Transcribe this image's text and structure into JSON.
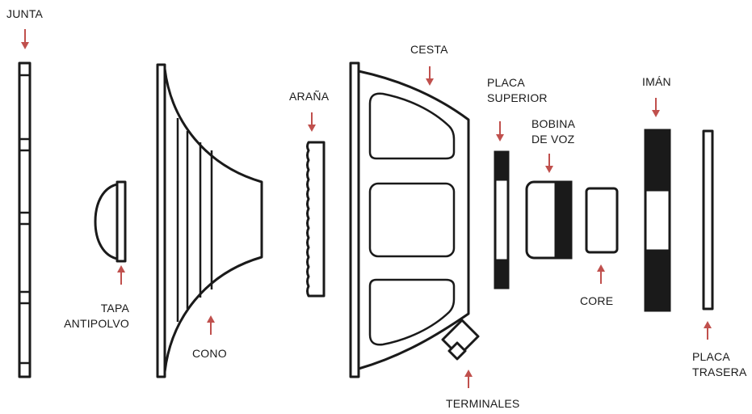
{
  "accent_color": "#c0504d",
  "outline_color": "#1a1a1a",
  "labels": {
    "junta": "JUNTA",
    "tapa_line1": "TAPA",
    "tapa_line2": "ANTIPOLVO",
    "cono": "CONO",
    "arana": "ARAÑA",
    "cesta": "CESTA",
    "terminales": "TERMINALES",
    "placa_superior_line1": "PLACA",
    "placa_superior_line2": "SUPERIOR",
    "bobina_line1": "BOBINA",
    "bobina_line2": "DE VOZ",
    "core": "CORE",
    "iman": "IMÁN",
    "placa_trasera_line1": "PLACA",
    "placa_trasera_line2": "TRASERA"
  }
}
